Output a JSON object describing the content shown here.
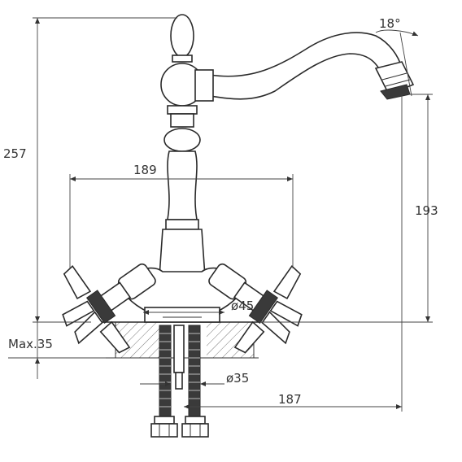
{
  "dimensions": {
    "height_total": "257",
    "width_handles": "189",
    "spout_height": "193",
    "spout_angle": "18°",
    "base_diameter": "ø45",
    "max_counter": "Max.35",
    "hole_diameter": "ø35",
    "spout_reach": "187"
  }
}
